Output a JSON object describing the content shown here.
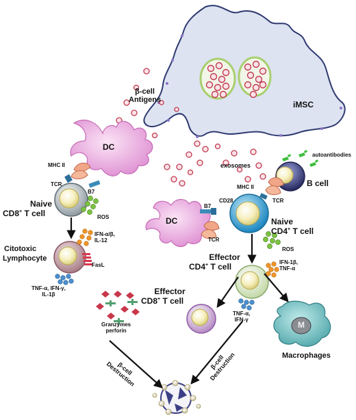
{
  "labels": {
    "imsc": "iMSC",
    "beta_cell_antigens": "β-cell\nAntigens",
    "exosomes": "exosomes",
    "autoantibodies": "autoantibodies",
    "b_cell": "B cell",
    "dc_left": "DC",
    "dc_right": "DC",
    "mhc_ii_left": "MHC II",
    "mhc_ii_right": "MHC II",
    "tcr_left": "TCR",
    "tcr_right_top": "TCR",
    "tcr_right_bottom": "TCR",
    "b7_left": "B7",
    "b7_right": "B7",
    "cd28": "CD28",
    "ros_left": "ROS",
    "ros_right": "ROS",
    "naive_cd8_line1": "Naive",
    "naive_cd8_line2_pre": "CD8",
    "naive_cd8_sup": "+",
    "naive_cd8_line2_post": " T cell",
    "naive_cd4_line1": "Naive",
    "naive_cd4_line2_pre": "CD4",
    "naive_cd4_sup": "+",
    "naive_cd4_line2_post": " T cell",
    "cytotoxic_line1": "Citotoxic",
    "cytotoxic_line2": "Lymphocyte",
    "ifn_alpha_beta": "IFN-α/β,\nIL-12",
    "fasl": "FasL",
    "tnf_left": "TNF-α, IFN-γ,\nIL-1β",
    "granzymes": "Granzymes\nperforin",
    "effector_cd4_line1": "Effector",
    "effector_cd4_line2_pre": "CD4",
    "effector_cd4_sup": "+",
    "effector_cd4_line2_post": " T cell",
    "ifn_1beta": "IFN-1β,\nTNF-α",
    "effector_cd8_line1": "Effector",
    "effector_cd8_line2_pre": "CD8",
    "effector_cd8_sup": "+",
    "effector_cd8_line2_post": " T cell",
    "tnf_right": "TNF-α,\nIFN-γ",
    "macrophage_m": "M",
    "macrophages": "Macrophages",
    "beta_destruction_left": "β-cell\nDestruction",
    "beta_destruction_right": "β-cell\nDestruction"
  },
  "colors": {
    "imsc_fill": "#dde3f1",
    "dc_fill": "#efb3e6",
    "tcell_fill": "#d8ddd0",
    "cd4_fill": "#38a8d8",
    "bcell_fill": "#3a3f80",
    "macrophage_fill": "#6fbdbd",
    "ros_green": "#7dc243",
    "cytokine_orange": "#f0962a",
    "cytokine_blue": "#4a90d0",
    "granzyme_red": "#c8374a",
    "granzyme_green": "#52a070",
    "antigen_red": "#c0394e",
    "autoantibody_green": "#3fbf3f"
  }
}
